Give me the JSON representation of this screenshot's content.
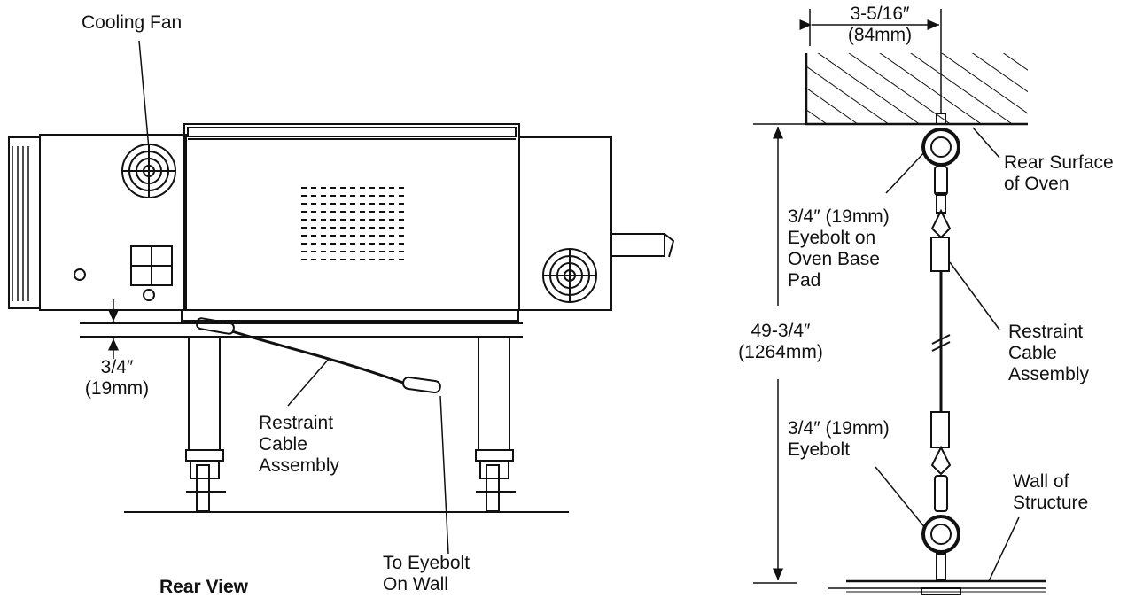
{
  "rear_view": {
    "title": "Rear View",
    "cooling_fan": "Cooling Fan",
    "gap_dim": [
      "3/4″",
      "(19mm)"
    ],
    "cable": [
      "Restraint",
      "Cable",
      "Assembly"
    ],
    "to_eyebolt": [
      "To Eyebolt",
      "On Wall"
    ]
  },
  "side_view": {
    "width_dim": [
      "3-5/16″",
      "(84mm)"
    ],
    "height_dim": [
      "49-3/4″",
      "(1264mm)"
    ],
    "rear_surface": [
      "Rear Surface",
      "of Oven"
    ],
    "oven_eyebolt": [
      "3/4″ (19mm)",
      "Eyebolt on",
      "Oven Base",
      "Pad"
    ],
    "cable": [
      "Restraint",
      "Cable",
      "Assembly"
    ],
    "wall_eyebolt": [
      "3/4″ (19mm)",
      "Eyebolt"
    ],
    "wall": [
      "Wall of",
      "Structure"
    ]
  },
  "colors": {
    "ink": "#111111",
    "background": "#ffffff"
  }
}
